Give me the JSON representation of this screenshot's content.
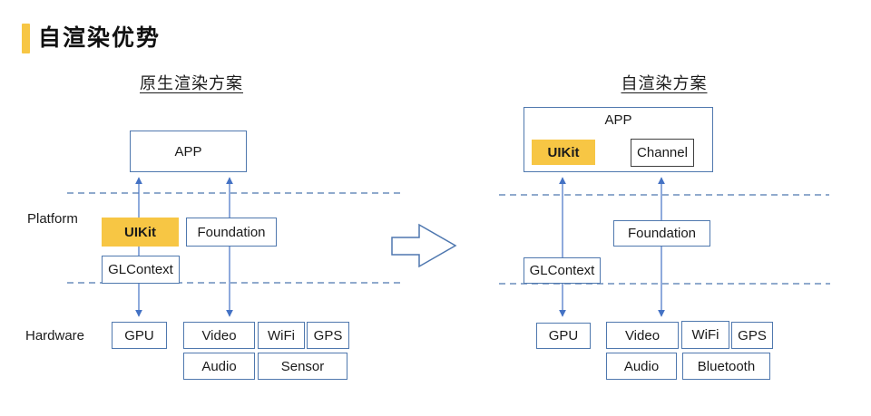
{
  "title": {
    "text": "自渲染优势"
  },
  "colors": {
    "accent_yellow": "#F7C644",
    "line_blue": "#4472C4",
    "box_border_blue": "#4F78AE",
    "channel_border_dark": "#3F3F3F"
  },
  "left_diagram": {
    "heading": "原生渲染方案",
    "row_labels": {
      "platform": "Platform",
      "hardware": "Hardware"
    },
    "boxes": {
      "app": "APP",
      "uikit": "UIKit",
      "foundation": "Foundation",
      "glcontext": "GLContext",
      "gpu": "GPU",
      "video": "Video",
      "wifi": "WiFi",
      "gps": "GPS",
      "audio": "Audio",
      "sensor": "Sensor"
    }
  },
  "right_diagram": {
    "heading": "自渲染方案",
    "boxes": {
      "app": "APP",
      "uikit": "UIKit",
      "channel": "Channel",
      "foundation": "Foundation",
      "glcontext": "GLContext",
      "gpu": "GPU",
      "video": "Video",
      "wifi": "WiFi",
      "gps": "GPS",
      "audio": "Audio",
      "bluetooth": "Bluetooth"
    }
  },
  "transform_arrow": {
    "icon": "right-block-arrow"
  }
}
